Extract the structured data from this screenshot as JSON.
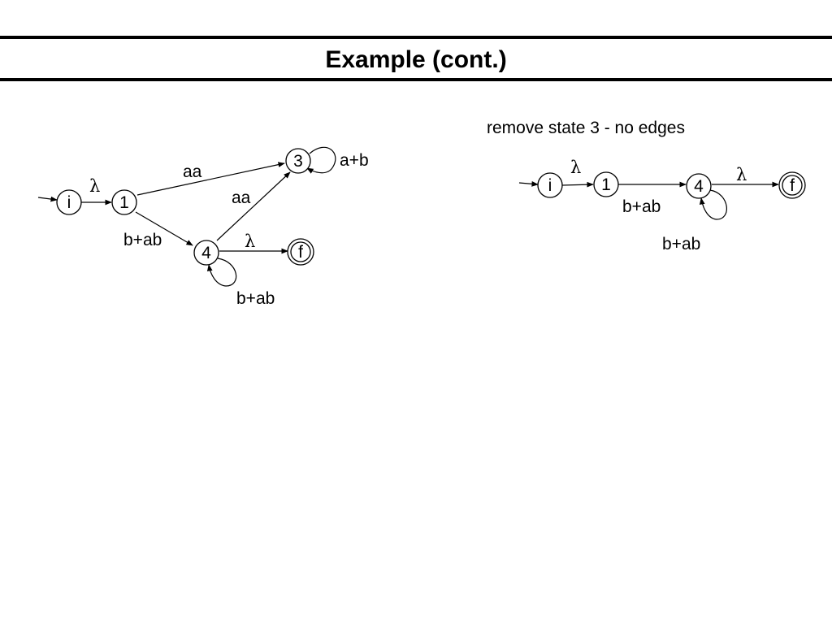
{
  "title": "Example (cont.)",
  "note": "remove state 3 - no edges",
  "diagram_left": {
    "states": {
      "i": "i",
      "s1": "1",
      "s3": "3",
      "s4": "4",
      "f": "f"
    },
    "edges": {
      "i_1": "λ",
      "1_3": "aa",
      "1_4": "b+ab",
      "4_3": "aa",
      "3_3": "a+b",
      "4_4": "b+ab",
      "4_f": "λ"
    }
  },
  "diagram_right": {
    "states": {
      "i": "i",
      "s1": "1",
      "s4": "4",
      "f": "f"
    },
    "edges": {
      "i_1": "λ",
      "1_4": "b+ab",
      "4_4": "b+ab",
      "4_f": "λ"
    }
  }
}
